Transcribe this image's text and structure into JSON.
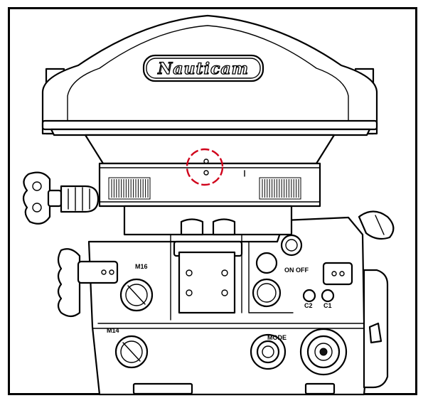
{
  "brand": {
    "logo_text": "Nauticam"
  },
  "labels": {
    "m16": "M16",
    "m14": "M14",
    "mode": "MODE",
    "on_off": "ON OFF",
    "c2": "C2",
    "c1": "C1"
  },
  "colors": {
    "line": "#000000",
    "background": "#ffffff",
    "highlight_circle": "#d0021b"
  },
  "icons": [
    "port-shade",
    "highlight-circle",
    "gear-knob",
    "dial"
  ]
}
